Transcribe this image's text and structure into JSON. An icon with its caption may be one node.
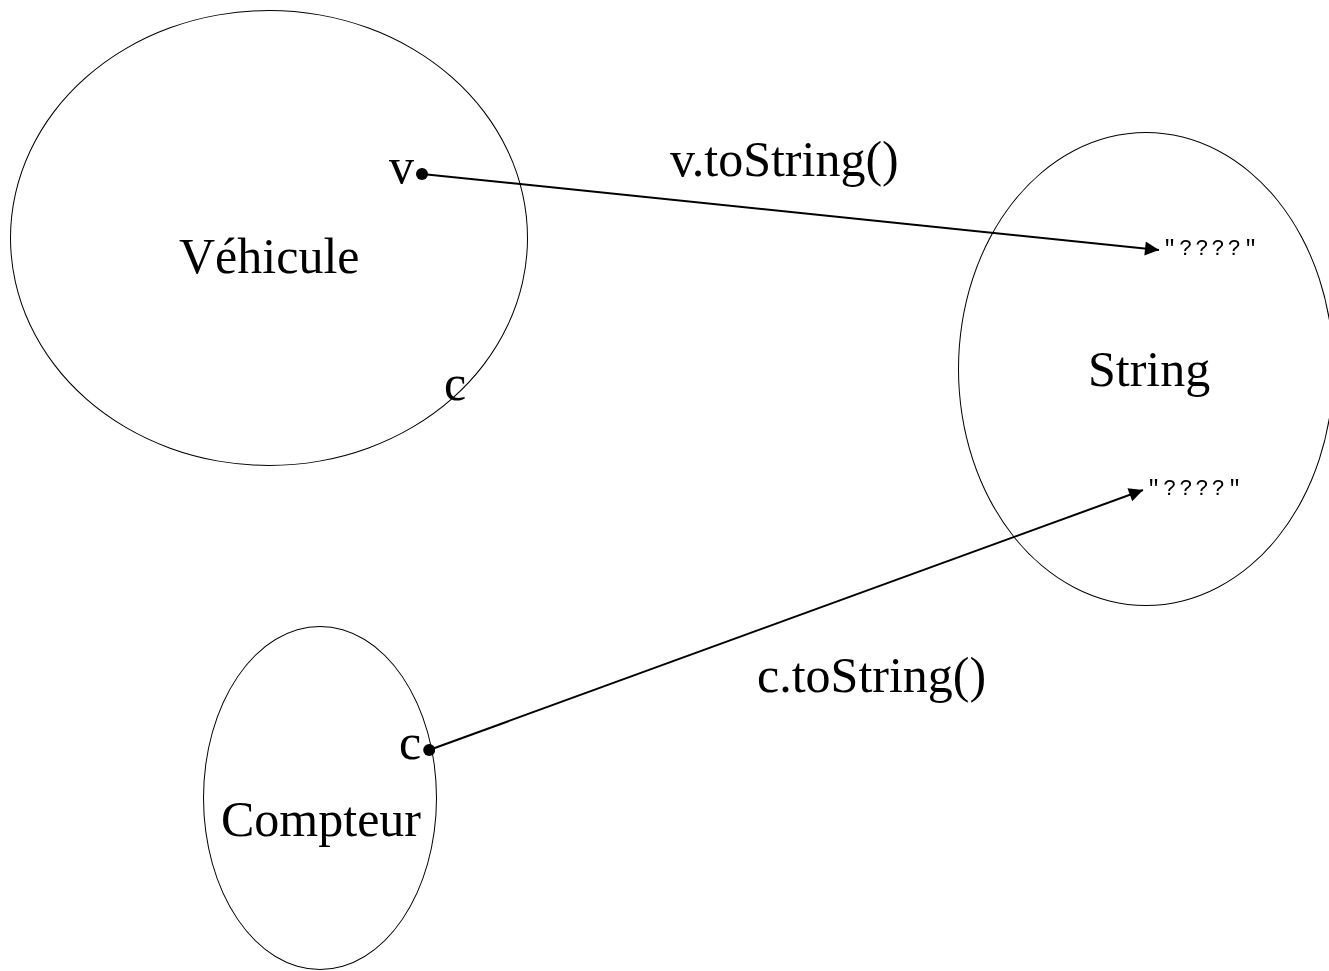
{
  "diagram": {
    "nodes": [
      {
        "text": [
          "Véhicule"
        ]
      },
      {
        "text": [
          "v"
        ],
        "in": 0
      },
      {
        "text": [
          "String"
        ]
      },
      {
        "text": [
          "\"????\""
        ],
        "in": 2
      },
      {
        "text": [
          "\"????\""
        ],
        "in": 2
      },
      {
        "text": [
          "Compteur"
        ]
      },
      {
        "text": [
          "c"
        ],
        "in": 5
      }
    ],
    "edges": [
      {
        "from": 1,
        "to": 3,
        "arrow": "to",
        "label": "v.toString()"
      },
      {
        "from": 6,
        "to": 4,
        "arrow": "to",
        "label": "c.toString()"
      }
    ],
    "labels": [
      "c"
    ]
  }
}
